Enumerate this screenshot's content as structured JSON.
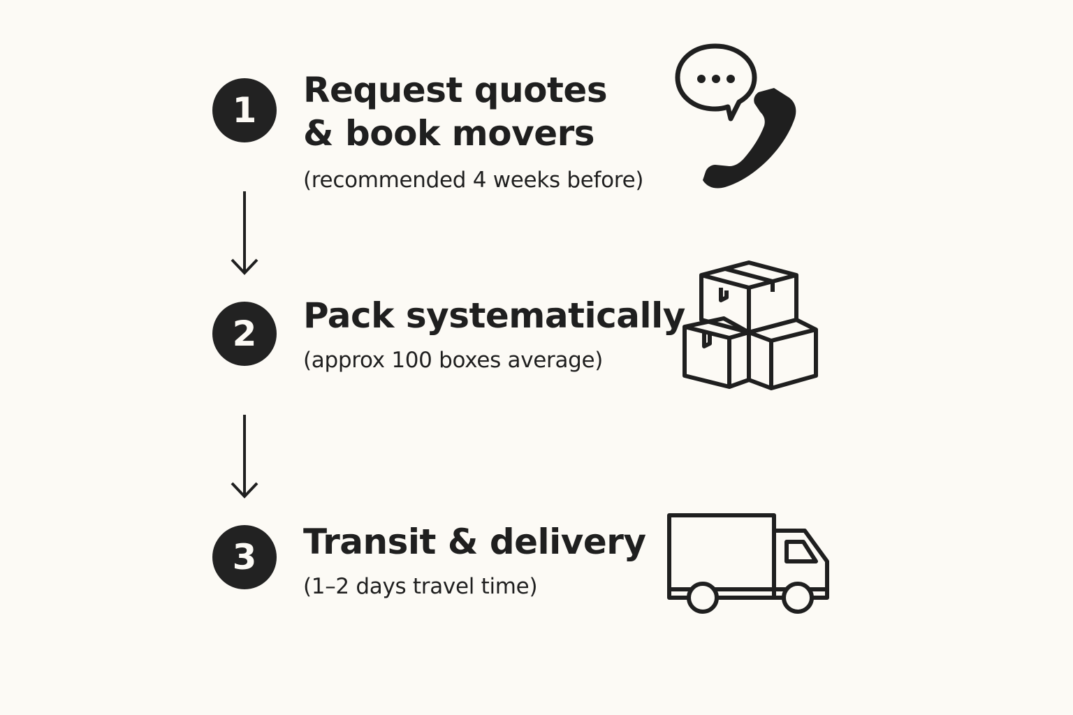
{
  "steps": [
    {
      "number": "1",
      "title_lines": [
        "Request quotes",
        "& book movers"
      ],
      "note": "(recommended 4 weeks before)",
      "icon": "phone-chat-icon"
    },
    {
      "number": "2",
      "title_lines": [
        "Pack systematically"
      ],
      "note": "(approx 100 boxes average)",
      "icon": "boxes-icon"
    },
    {
      "number": "3",
      "title_lines": [
        "Transit & delivery"
      ],
      "note": "(1–2 days travel time)",
      "icon": "truck-icon"
    }
  ],
  "colors": {
    "background": "#fcfaf5",
    "ink": "#1f1f1f",
    "badge": "#222222"
  }
}
